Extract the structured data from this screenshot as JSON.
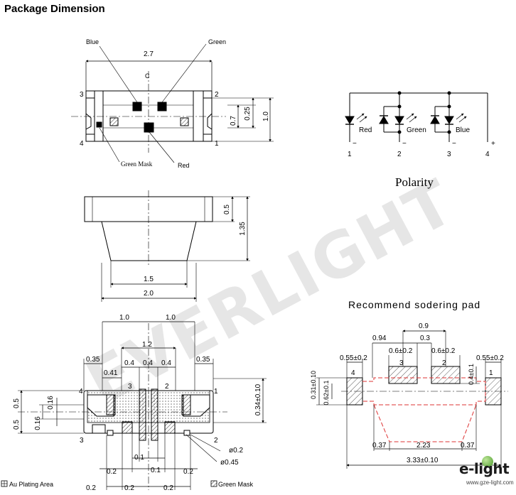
{
  "page_title": "Package Dimension",
  "watermark": "EVERLIGHT",
  "top_view": {
    "callout_blue": "Blue",
    "callout_green": "Green",
    "callout_green_mask": "Green Mask",
    "callout_red": "Red",
    "width": "2.7",
    "height": "1.0",
    "dim_025": "0.25",
    "dim_07": "0.7",
    "center_mark": "C",
    "pins": [
      "1",
      "2",
      "3",
      "4"
    ]
  },
  "side_view": {
    "cap_height": "0.5",
    "total_height": "1.35",
    "inner_width": "1.5",
    "outer_width": "2.0"
  },
  "bottom_view": {
    "top_dims": [
      "1.0",
      "1.0",
      "1.2",
      "0.35",
      "0.35",
      "0.41",
      "0.4",
      "0.4",
      "0.4"
    ],
    "left_dims": [
      "0.5",
      "0.5",
      "0.16",
      "0.16"
    ],
    "right_dim": "0.34±0.10",
    "hole_small": "ø0.2",
    "hole_large": "ø0.45",
    "bottom_dims": [
      "0.1",
      "0.1",
      "0.2",
      "0.2",
      "0.2",
      "0.2",
      "0.2"
    ],
    "pins": [
      "1",
      "2",
      "3",
      "4"
    ],
    "legend_plating": "Au Plating Area",
    "legend_mask": "Green Mask"
  },
  "polarity": {
    "title": "Polarity",
    "labels": [
      "Red",
      "Green",
      "Blue"
    ],
    "pins": [
      "1",
      "2",
      "3",
      "4"
    ],
    "minus": "−",
    "plus": "+"
  },
  "solder_pad": {
    "title": "Recommend sodering pad",
    "top_dims": [
      "0.9",
      "0.94",
      "0.3",
      "0.55±0.2",
      "0.6±0.2",
      "0.6±0.2",
      "0.55±0.2"
    ],
    "left_dims": [
      "0.31±0.10",
      "0.62±0.1"
    ],
    "right_dim": "0.4±0.1",
    "bottom_dims": [
      "0.37",
      "2.23",
      "0.37",
      "3.33±0.10"
    ],
    "pins": [
      "1",
      "2",
      "3",
      "4"
    ]
  },
  "logo": {
    "brand": "e-light",
    "url": "www.gze-light.com"
  }
}
